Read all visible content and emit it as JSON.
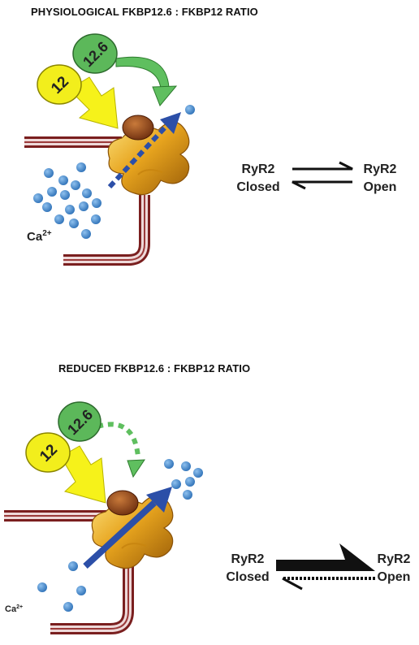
{
  "panels": [
    {
      "title": "PHYSIOLOGICAL FKBP12.6 : FKBP12 RATIO",
      "protein_a": "12",
      "protein_b": "12.6",
      "ion_base": "Ca",
      "ion_charge": "2+",
      "state_left": [
        "RyR2",
        "Closed"
      ],
      "state_right": [
        "RyR2",
        "Open"
      ],
      "equilibrium": "balanced"
    },
    {
      "title": "REDUCED FKBP12.6 : FKBP12 RATIO",
      "protein_a": "12",
      "protein_b": "12.6",
      "ion_base": "Ca",
      "ion_charge": "2+",
      "state_left": [
        "RyR2",
        "Closed"
      ],
      "state_right": [
        "RyR2",
        "Open"
      ],
      "equilibrium": "shifted-open"
    }
  ],
  "colors": {
    "fkbp12": "#f2ee1c",
    "fkbp12_6": "#5cb85a",
    "arrow_yellow": "#f6f21a",
    "arrow_green": "#5fbf5f",
    "calcium": "#4a90d0",
    "channel_gold": "#e39b1c",
    "channel_cap": "#9c4a1a",
    "flow_arrow": "#2c4fa8",
    "membrane": "#8c2a2a"
  }
}
